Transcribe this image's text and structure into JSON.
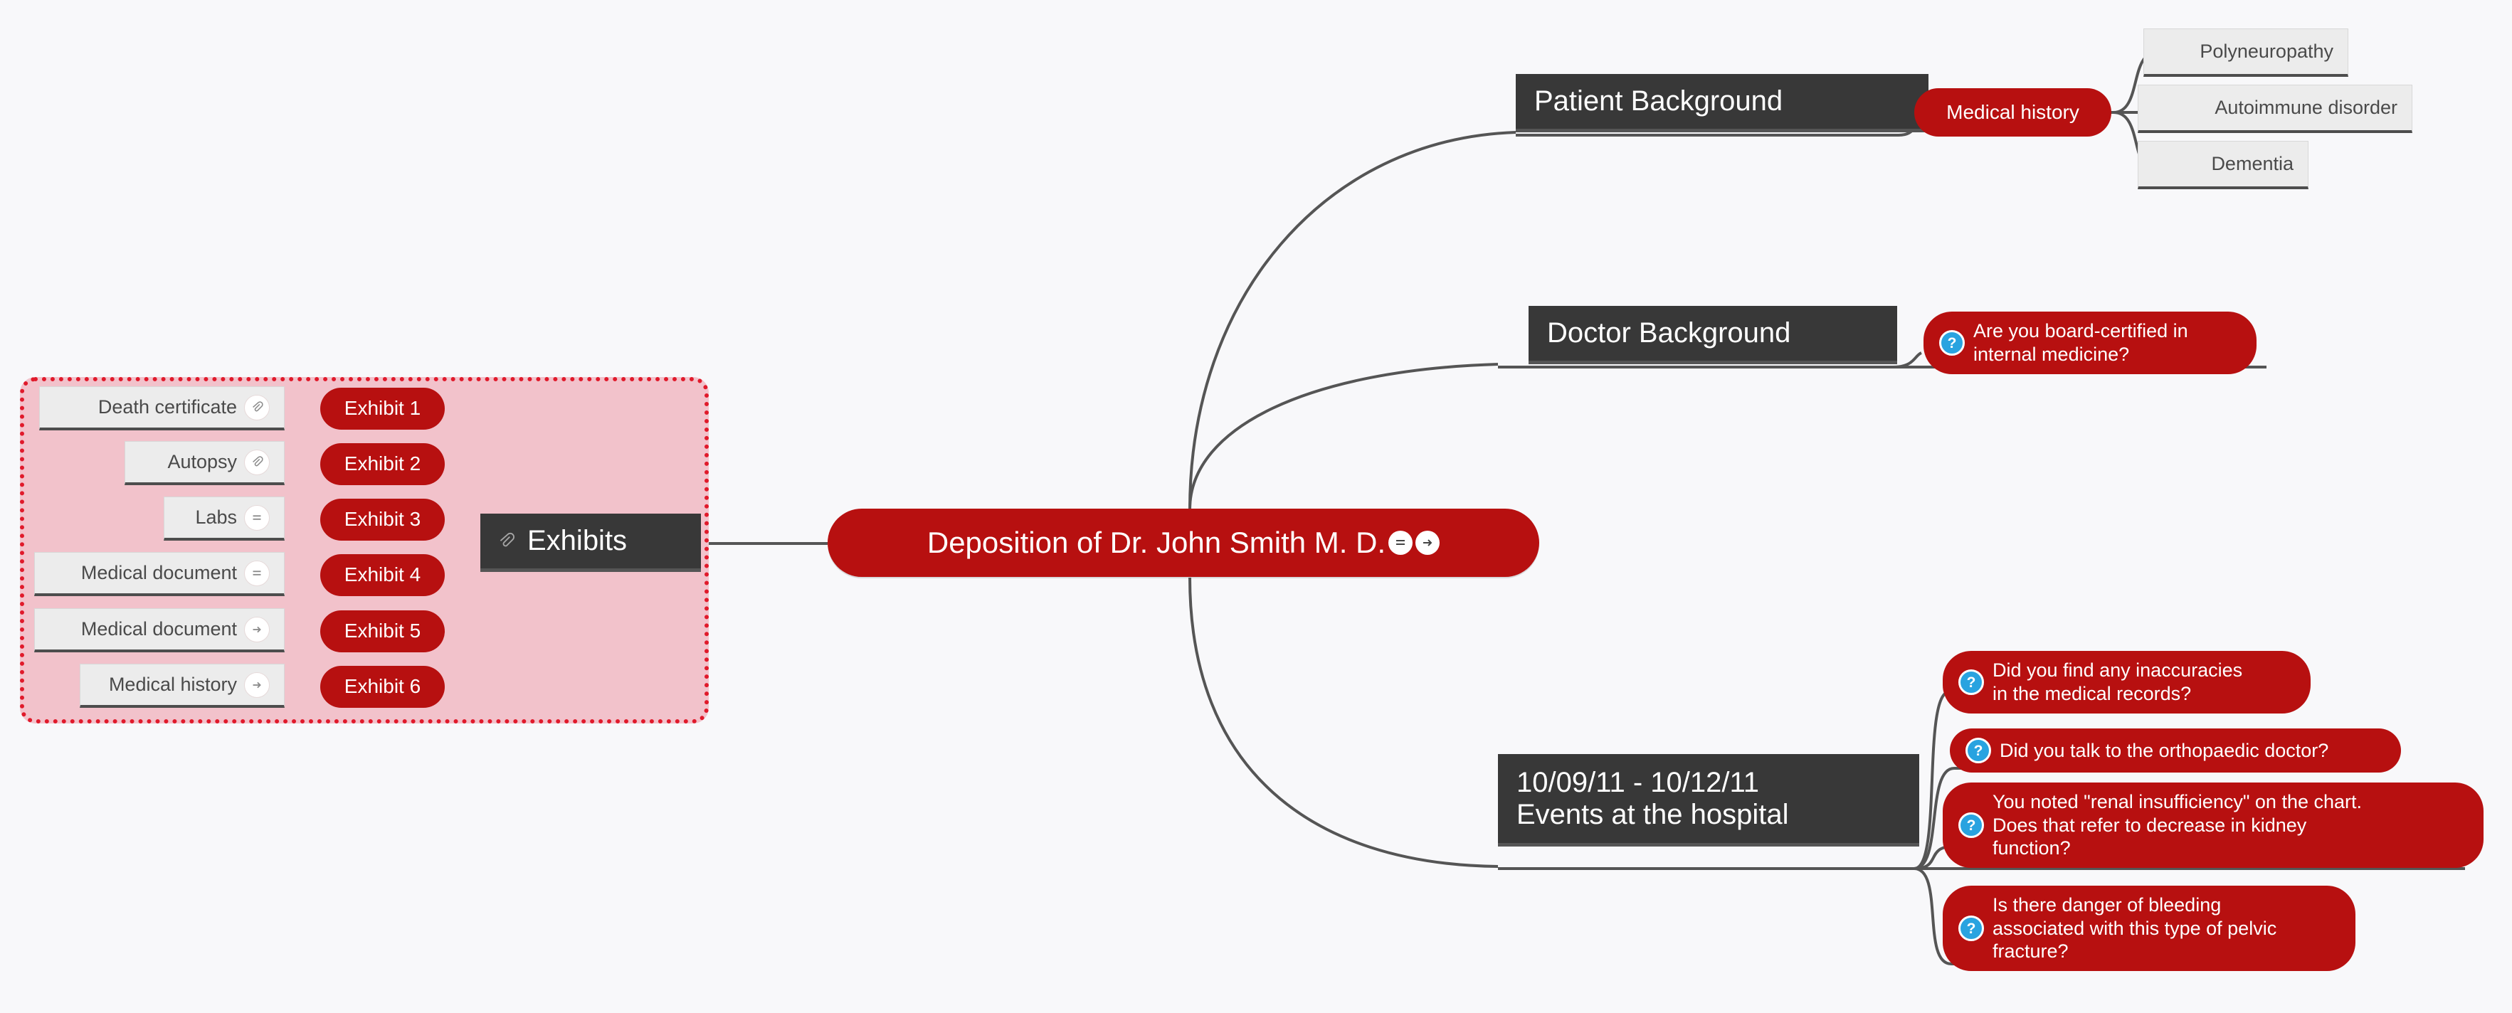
{
  "canvas": {
    "background": "#f8f8fa",
    "accent_red": "#b71010",
    "dark_node": "#383838",
    "gray_node": "#ececec",
    "boundary_fill": "#f2c2cb",
    "boundary_border": "#e01a2b",
    "question_icon_blue": "#29a3e0",
    "connector": "#555555"
  },
  "root": {
    "label": "Deposition of Dr. John Smith M. D.",
    "icons": [
      "note-icon",
      "arrow-icon"
    ]
  },
  "branches": {
    "patient_background": {
      "label": "Patient Background",
      "child": {
        "label": "Medical history",
        "items": [
          {
            "label": "Polyneuropathy"
          },
          {
            "label": "Autoimmune disorder"
          },
          {
            "label": "Dementia"
          }
        ]
      }
    },
    "doctor_background": {
      "label": "Doctor Background",
      "questions": [
        {
          "label": "Are you board-certified in\ninternal medicine?",
          "icon": "question-icon"
        }
      ]
    },
    "hospital_events": {
      "label": "10/09/11 - 10/12/11\nEvents at the hospital",
      "line1": "10/09/11 - 10/12/11",
      "line2": "Events at the hospital",
      "questions": [
        {
          "label": "Did you find any inaccuracies\nin the medical records?",
          "icon": "question-icon"
        },
        {
          "label": "Did you talk to the orthopaedic doctor?",
          "icon": "question-icon"
        },
        {
          "label": "You noted \"renal insufficiency\" on the chart.\nDoes that refer to decrease in kidney\nfunction?",
          "icon": "question-icon"
        },
        {
          "label": "Is there danger of bleeding\nassociated with this type of pelvic\nfracture?",
          "icon": "question-icon"
        }
      ]
    },
    "exhibits": {
      "label": "Exhibits",
      "icon": "paperclip-icon",
      "rows": [
        {
          "doc": "Death certificate",
          "doc_icon": "paperclip-icon",
          "exhibit": "Exhibit 1"
        },
        {
          "doc": "Autopsy",
          "doc_icon": "paperclip-icon",
          "exhibit": "Exhibit 2"
        },
        {
          "doc": "Labs",
          "doc_icon": "note-icon",
          "exhibit": "Exhibit 3"
        },
        {
          "doc": "Medical document",
          "doc_icon": "note-icon",
          "exhibit": "Exhibit 4"
        },
        {
          "doc": "Medical document",
          "doc_icon": "arrow-icon",
          "exhibit": "Exhibit 5"
        },
        {
          "doc": "Medical history",
          "doc_icon": "arrow-icon",
          "exhibit": "Exhibit 6"
        }
      ]
    }
  }
}
